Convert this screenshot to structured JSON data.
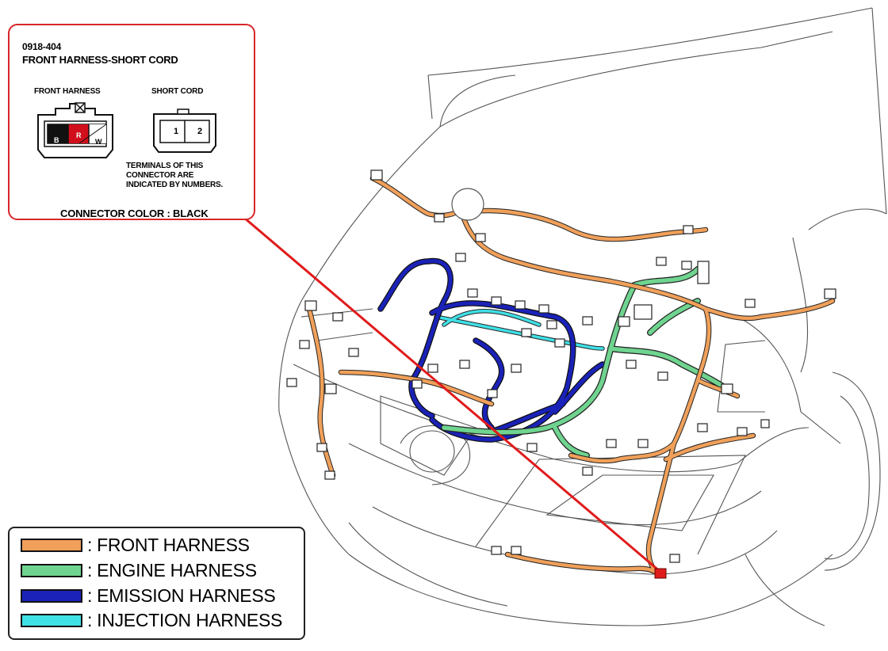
{
  "callout": {
    "code": "0918-404",
    "title": "FRONT HARNESS-SHORT CORD",
    "left_label": "FRONT HARNESS",
    "right_label": "SHORT CORD",
    "terminals_left": [
      "B",
      "R",
      "W"
    ],
    "terminals_right": [
      "1",
      "2"
    ],
    "note_lines": [
      "TERMINALS OF THIS",
      "CONNECTOR ARE",
      "INDICATED BY NUMBERS."
    ],
    "connector_color": "CONNECTOR COLOR : BLACK",
    "border_color": "#d9262a"
  },
  "legend": [
    {
      "label": ": FRONT HARNESS",
      "color": "#f0a05a"
    },
    {
      "label": ": ENGINE HARNESS",
      "color": "#6fd48f"
    },
    {
      "label": ": EMISSION HARNESS",
      "color": "#1a22b8"
    },
    {
      "label": ": INJECTION HARNESS",
      "color": "#3fe0e6"
    }
  ],
  "pointer_color": "#e01b1b",
  "target_connector_color": "#e01b1b"
}
